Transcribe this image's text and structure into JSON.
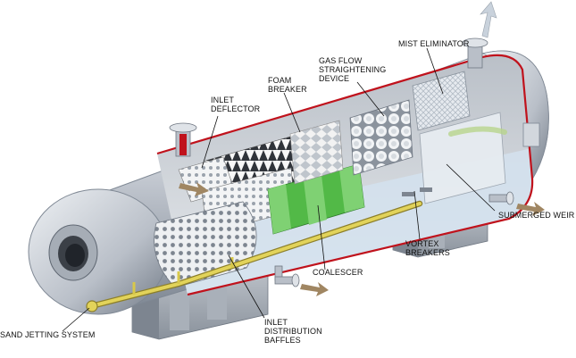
{
  "labels": {
    "mist_eliminator": "MIST ELIMINATOR",
    "gas_flow": "GAS FLOW\nSTRAIGHTENING\nDEVICE",
    "foam_breaker": "FOAM\nBREAKER",
    "inlet_deflector": "INLET\nDEFLECTOR",
    "submerged_weir": "SUBMERGED WEIR",
    "vortex_breakers": "VORTEX\nBREAKERS",
    "coalescer": "COALESCER",
    "inlet_distribution_baffles": "INLET\nDISTRIBUTION\nBAFFLES",
    "sand_jetting_system": "SAND JETTING SYSTEM"
  },
  "colors": {
    "shell": "#c9ced6",
    "shell_dark": "#7f8894",
    "interior": "#d9dde2",
    "cut_edge": "#c0121c",
    "coalescer": "#52b947",
    "pipe": "#d8c84a",
    "flow_arrow": "#a08662",
    "ground": "#9aa1aa"
  }
}
